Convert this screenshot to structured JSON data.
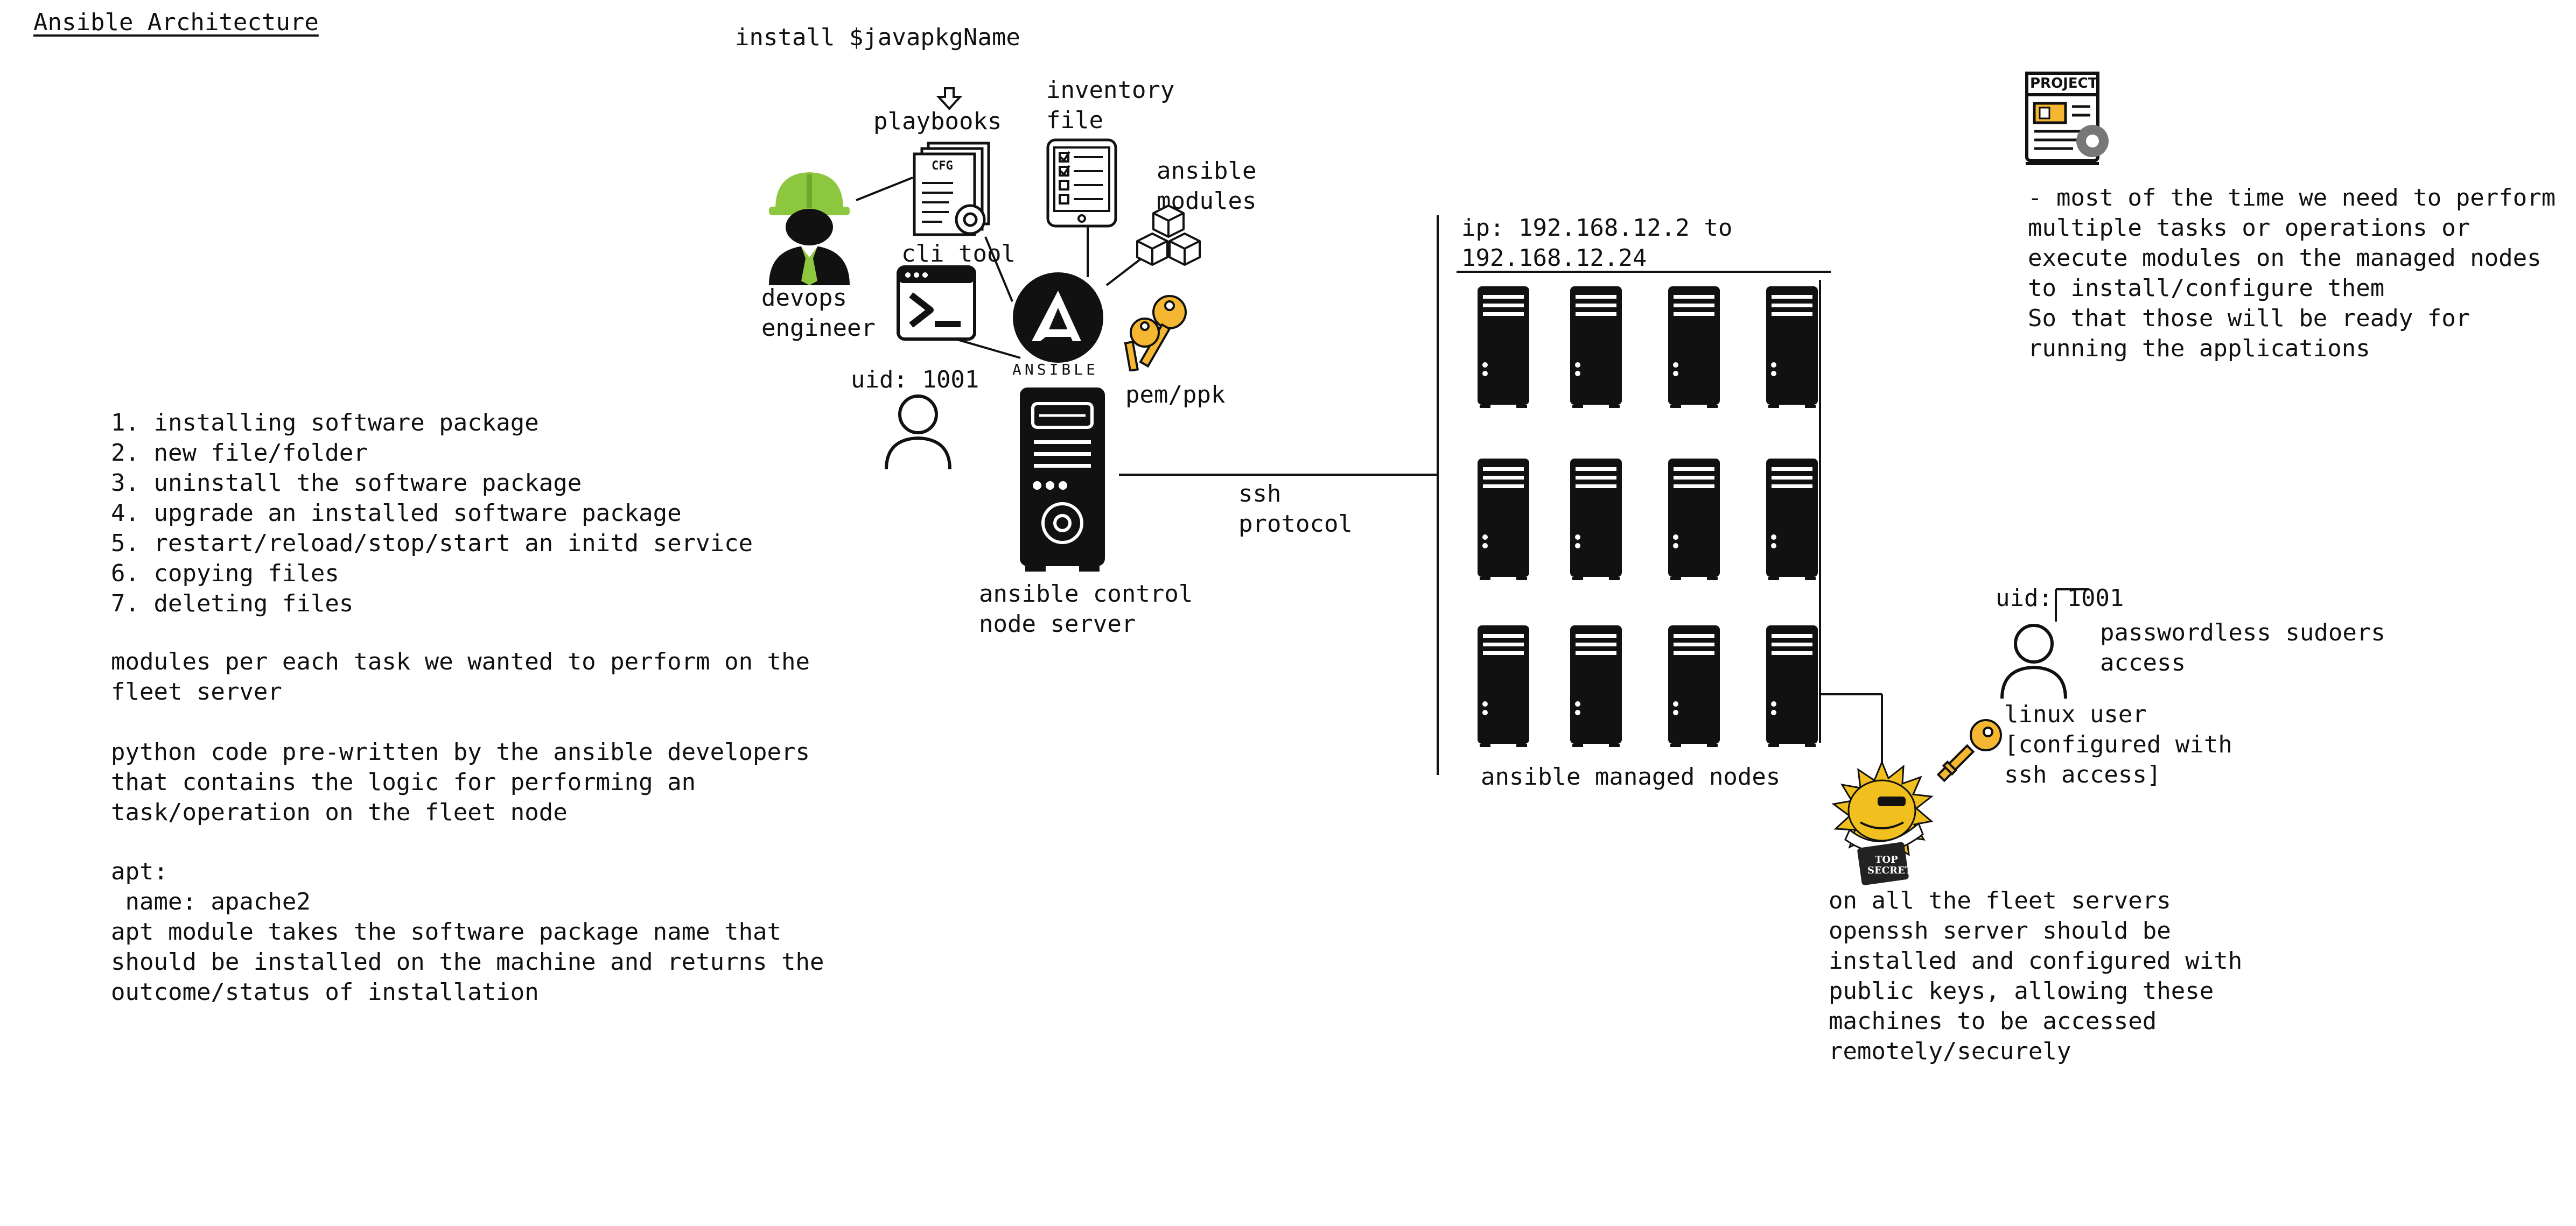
{
  "title": "Ansible Architecture",
  "install_command": "install $javapkgName",
  "labels": {
    "playbooks": "playbooks",
    "inventory_file": [
      "inventory",
      "file"
    ],
    "ansible_modules": [
      "ansible",
      "modules"
    ],
    "cli_tool": "cli tool",
    "devops_engineer": [
      "devops",
      "engineer"
    ],
    "ansible_logo_text": "ANSIBLE",
    "ansible_logo_letter": "A",
    "control_uid": "uid: 1001",
    "pem_ppk": "pem/ppk",
    "control_node": [
      "ansible control",
      "node server"
    ],
    "ssh": [
      "ssh",
      "protocol"
    ],
    "ip_range": [
      "ip: 192.168.12.2 to",
      "192.168.12.24"
    ],
    "managed_nodes": "ansible managed nodes",
    "node_uid": "uid: 1001",
    "passwordless": [
      "passwordless sudoers",
      "access"
    ],
    "linux_user": [
      "linux user",
      "[configured with",
      "ssh access]"
    ],
    "project_badge": "PROJECT",
    "cfg_badge": "CFG",
    "top_secret": [
      "TOP",
      "SECRET"
    ]
  },
  "task_list": [
    "1. installing software package",
    "2. new file/folder",
    "3. uninstall the software package",
    "4. upgrade an installed software package",
    "5. restart/reload/stop/start an initd service",
    "6. copying files",
    "7. deleting files"
  ],
  "modules_note": [
    "modules per each task we wanted to perform on the",
    "fleet server"
  ],
  "python_note": [
    "python code pre-written by the ansible developers",
    "that contains the logic for performing an",
    "task/operation on the fleet node"
  ],
  "apt_note": [
    "apt:",
    " name: apache2",
    "apt module takes the software package name that",
    "should be installed on the machine and returns the",
    "outcome/status of installation"
  ],
  "tasks_note": [
    "- most of the time we need to perform",
    "multiple tasks or operations or",
    "execute modules on the managed nodes",
    "to install/configure them",
    "So that those will be ready for",
    "running the applications"
  ],
  "openssh_note": [
    "on all the fleet servers",
    "openssh server should be",
    "installed and configured with",
    "public keys, allowing these",
    "machines to be accessed",
    "remotely/securely"
  ],
  "icons": {
    "engineer": "hard-hat-engineer-icon",
    "playbooks": "document-stack-icon",
    "inventory": "checklist-tablet-icon",
    "modules": "cubes-icon",
    "cli": "terminal-icon",
    "ansible": "ansible-logo-icon",
    "key": "key-icon",
    "user": "user-outline-icon",
    "server": "server-tower-icon",
    "project": "project-document-icon",
    "puffy": "openssh-puffer-fish-icon",
    "arrow": "down-arrow-icon"
  },
  "colors": {
    "hardhat": "#8dc63f",
    "key": "#f5b731",
    "black": "#111111",
    "puffy": "#f2c01e"
  }
}
